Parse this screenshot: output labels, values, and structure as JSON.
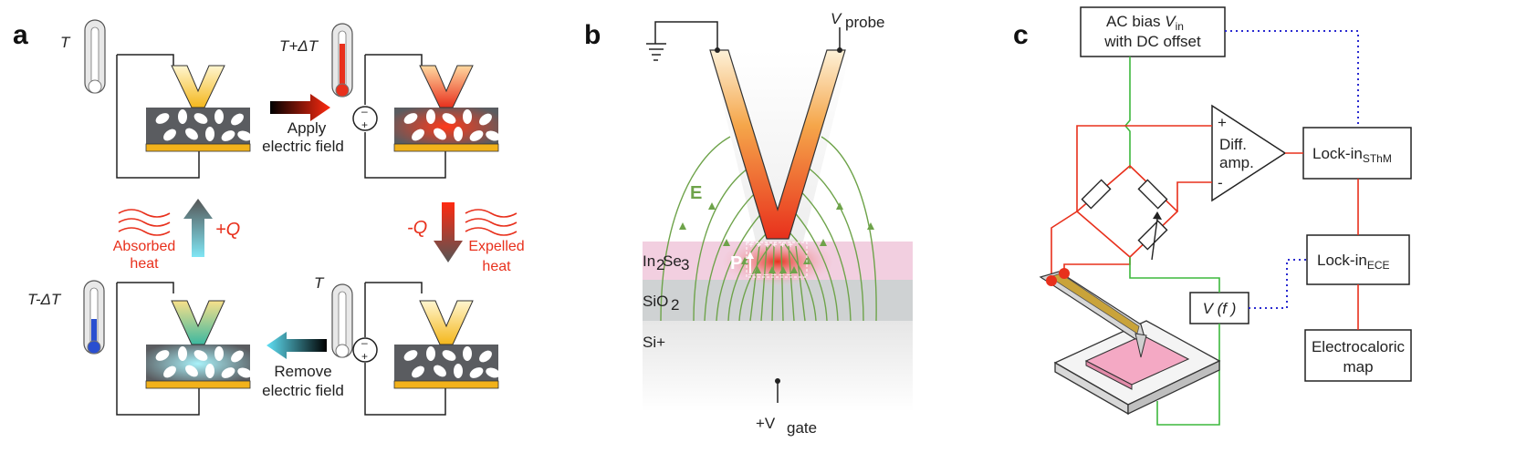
{
  "panels": {
    "a": {
      "letter": "a",
      "temps": {
        "tl": "T",
        "tr": "T+ΔT",
        "bl": "T-ΔT",
        "br": "T"
      },
      "apply_1": "Apply",
      "apply_2": "electric field",
      "remove_1": "Remove",
      "remove_2": "electric field",
      "plus_q": "+Q",
      "minus_q": "-Q",
      "absorbed_1": "Absorbed",
      "absorbed_2": "heat",
      "expelled_1": "Expelled",
      "expelled_2": "heat"
    },
    "b": {
      "letter": "b",
      "v_probe": "V",
      "v_probe_sub": "probe",
      "e_label": "E",
      "p_label": "P",
      "layers": {
        "in2se3": "In",
        "in2se3_sub1": "2",
        "in2se3_mid": "Se",
        "in2se3_sub2": "3",
        "sio2": "SiO",
        "sio2_sub": "2",
        "si": "Si+"
      },
      "v_gate": "+V",
      "v_gate_sub": "gate"
    },
    "c": {
      "letter": "c",
      "ac_bias_1a": "AC bias ",
      "ac_bias_1b": "V",
      "ac_bias_1c": "in",
      "ac_bias_2": "with DC offset",
      "diff_amp_1": "Diff.",
      "diff_amp_2": "amp.",
      "plus": "+",
      "minus": "-",
      "lockin_sthm": "Lock-in",
      "lockin_sthm_sub": "SThM",
      "lockin_ece": "Lock-in",
      "lockin_ece_sub": "ECE",
      "vf": "V (f )",
      "map_1": "Electrocaloric",
      "map_2": "map"
    }
  },
  "colors": {
    "red": "#e8301c",
    "green": "#6ea34a",
    "blue_dot": "#2a2ad0",
    "gold": "#f2b21b",
    "grey_block": "#5a5c60",
    "pink": "#f2cfe0"
  }
}
